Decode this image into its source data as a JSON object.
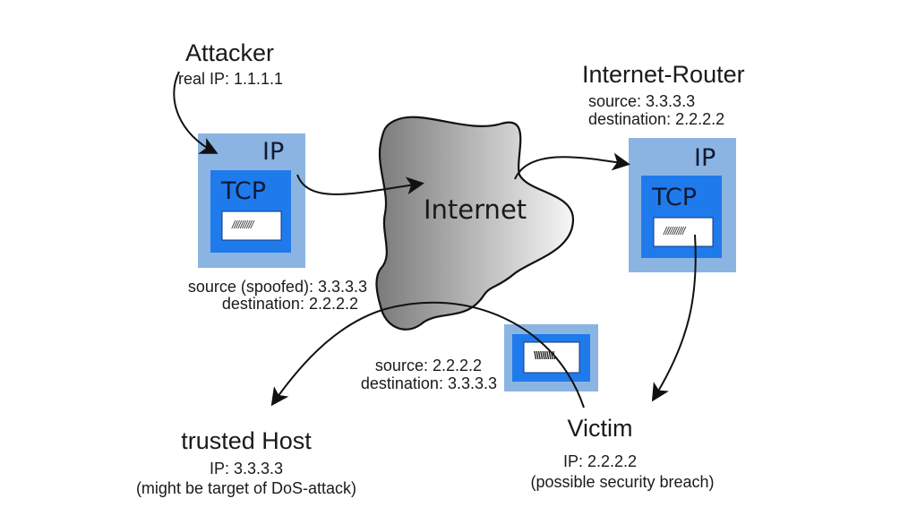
{
  "attacker": {
    "title": "Attacker",
    "real_ip": "real IP: 1.1.1.1",
    "packet": {
      "ip_label": "IP",
      "tcp_label": "TCP",
      "payload": "//////////"
    },
    "source": "source (spoofed): 3.3.3.3",
    "destination": "destination: 2.2.2.2"
  },
  "internet": {
    "label": "Internet"
  },
  "router": {
    "title": "Internet-Router",
    "source": "source: 3.3.3.3",
    "destination": "destination: 2.2.2.2",
    "packet": {
      "ip_label": "IP",
      "tcp_label": "TCP",
      "payload": "//////////"
    }
  },
  "reply": {
    "source": "source: 2.2.2.2",
    "destination": "destination: 3.3.3.3",
    "payload": "\\\\\\\\\\\\\\\\\\\\"
  },
  "trusted_host": {
    "title": "trusted Host",
    "ip": "IP: 3.3.3.3",
    "note": "(might be target of DoS-attack)"
  },
  "victim": {
    "title": "Victim",
    "ip": "IP: 2.2.2.2",
    "note": "(possible security breach)"
  },
  "colors": {
    "ip_layer": "#8cb4e2",
    "tcp_layer": "#1f7bec",
    "payload": "#ffffff",
    "cloud_dark": "#7a7a7a",
    "cloud_light": "#f4f4f4",
    "ink": "#111111"
  }
}
